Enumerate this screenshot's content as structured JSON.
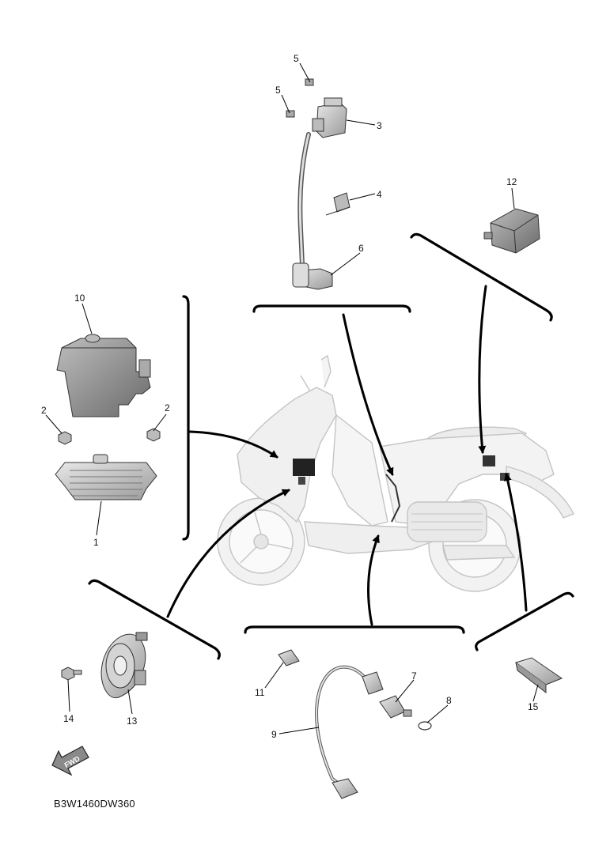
{
  "diagram_code": "B3W1460DW360",
  "fwd_label": "FWD",
  "callouts": [
    {
      "id": "ref-5a",
      "label": "5"
    },
    {
      "id": "ref-5b",
      "label": "5"
    },
    {
      "id": "ref-3",
      "label": "3"
    },
    {
      "id": "ref-4",
      "label": "4"
    },
    {
      "id": "ref-6",
      "label": "6"
    },
    {
      "id": "ref-12",
      "label": "12"
    },
    {
      "id": "ref-10",
      "label": "10"
    },
    {
      "id": "ref-2a",
      "label": "2"
    },
    {
      "id": "ref-2b",
      "label": "2"
    },
    {
      "id": "ref-1",
      "label": "1"
    },
    {
      "id": "ref-11",
      "label": "11"
    },
    {
      "id": "ref-7",
      "label": "7"
    },
    {
      "id": "ref-8",
      "label": "8"
    },
    {
      "id": "ref-9",
      "label": "9"
    },
    {
      "id": "ref-14",
      "label": "14"
    },
    {
      "id": "ref-13",
      "label": "13"
    },
    {
      "id": "ref-15",
      "label": "15"
    }
  ]
}
